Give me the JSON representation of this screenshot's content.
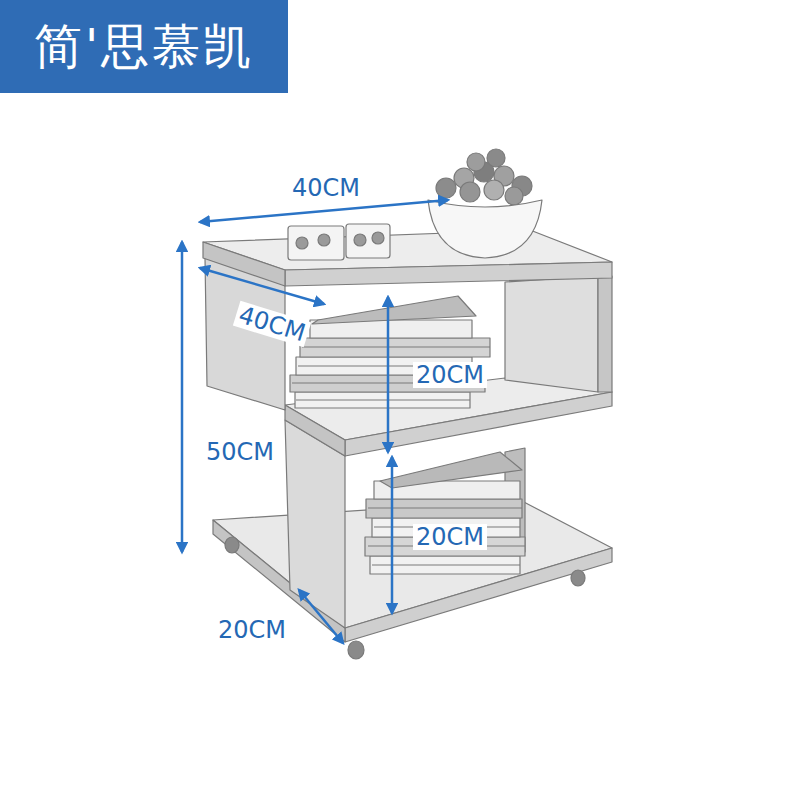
{
  "diagram": {
    "nodes": [
      {
        "text": [
          "简'思慕凯"
        ]
      }
    ],
    "labels": [
      "40CM",
      "40CM",
      "50CM",
      "20CM",
      "20CM",
      "20CM"
    ]
  }
}
